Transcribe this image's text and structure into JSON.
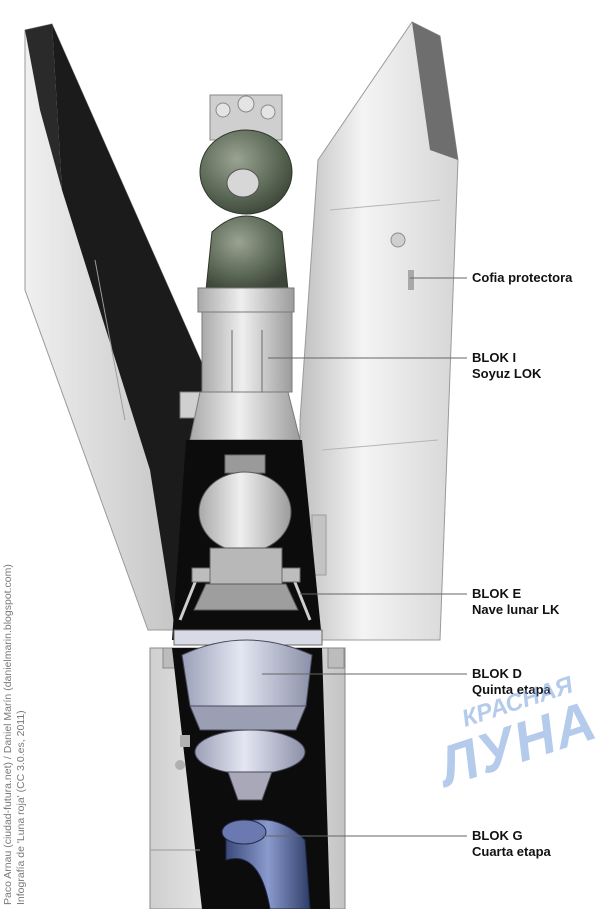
{
  "labels": [
    {
      "id": "fairing",
      "line1": "Cofia protectora",
      "line2": ""
    },
    {
      "id": "blok-i",
      "line1": "BLOK I",
      "line2": "Soyuz LOK"
    },
    {
      "id": "blok-e",
      "line1": "BLOK E",
      "line2": "Nave lunar LK"
    },
    {
      "id": "blok-d",
      "line1": "BLOK D",
      "line2": "Quinta etapa"
    },
    {
      "id": "blok-g",
      "line1": "BLOK G",
      "line2": "Cuarta etapa"
    }
  ],
  "credit": {
    "line1": "Paco Arnau (ciudad-futura.net) / Daniel Marín (danielmarin.blogspot.com)",
    "line2": "Infografía de 'Luna roja' (CC 3.0.es, 2011)"
  },
  "watermark": {
    "line1": "КРАСНАЯ",
    "line2": "ЛУНА"
  },
  "colors": {
    "fairing": "#e6e6e6",
    "fairing_inner": "#1a1a1a",
    "soyuz_green": "#5e6b58",
    "stage_grey": "#cfd3d8",
    "watermark": "#78a0dc"
  }
}
